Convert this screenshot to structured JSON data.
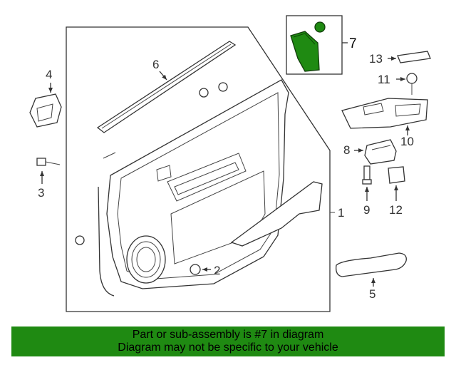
{
  "banner": {
    "line1": "Part or sub-assembly is #7 in diagram",
    "line2": "Diagram may not be specific to your vehicle",
    "color": "#1f8a12"
  },
  "highlight": {
    "part": "7",
    "color": "#1f8a12"
  },
  "callouts": [
    {
      "id": "1",
      "text": "1"
    },
    {
      "id": "2",
      "text": "2"
    },
    {
      "id": "3",
      "text": "3"
    },
    {
      "id": "4",
      "text": "4"
    },
    {
      "id": "5",
      "text": "5"
    },
    {
      "id": "6",
      "text": "6"
    },
    {
      "id": "7",
      "text": "7"
    },
    {
      "id": "8",
      "text": "8"
    },
    {
      "id": "9",
      "text": "9"
    },
    {
      "id": "10",
      "text": "10"
    },
    {
      "id": "11",
      "text": "11"
    },
    {
      "id": "12",
      "text": "12"
    },
    {
      "id": "13",
      "text": "13"
    }
  ]
}
